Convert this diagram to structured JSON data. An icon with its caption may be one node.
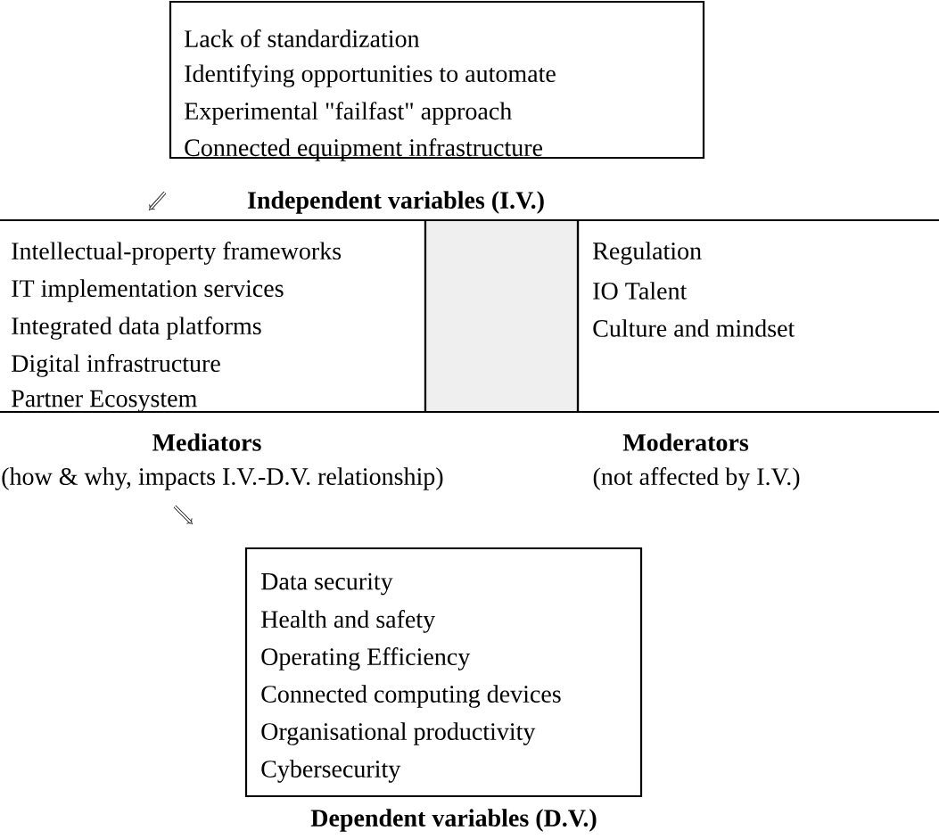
{
  "diagram": {
    "nodes": [
      {
        "text": [
          "Lack of standardization",
          "Identifying opportunities to automate",
          "Experimental \"failfast\" approach",
          "Connected equipment infrastructure",
          "Independent variables (I.V.)"
        ]
      },
      {
        "text": [
          "Intellectual-property frameworks",
          "IT implementation services",
          "Integrated data platforms",
          "Digital infrastructure",
          "Partner Ecosystem",
          "Mediators",
          "(how & why, impacts I.V.-D.V. relationship)"
        ]
      },
      {
        "text": [],
        "shape": "box"
      },
      {
        "text": [
          "Regulation",
          "IO Talent",
          "Culture and mindset",
          "Moderators",
          "(not affected by I.V.)"
        ]
      },
      {
        "text": [
          "Data security",
          "Health and safety",
          "Operating Efficiency",
          "Connected computing devices",
          "Organisational productivity",
          "Cybersecurity",
          "Dependent variables (D.V.)"
        ]
      }
    ]
  }
}
